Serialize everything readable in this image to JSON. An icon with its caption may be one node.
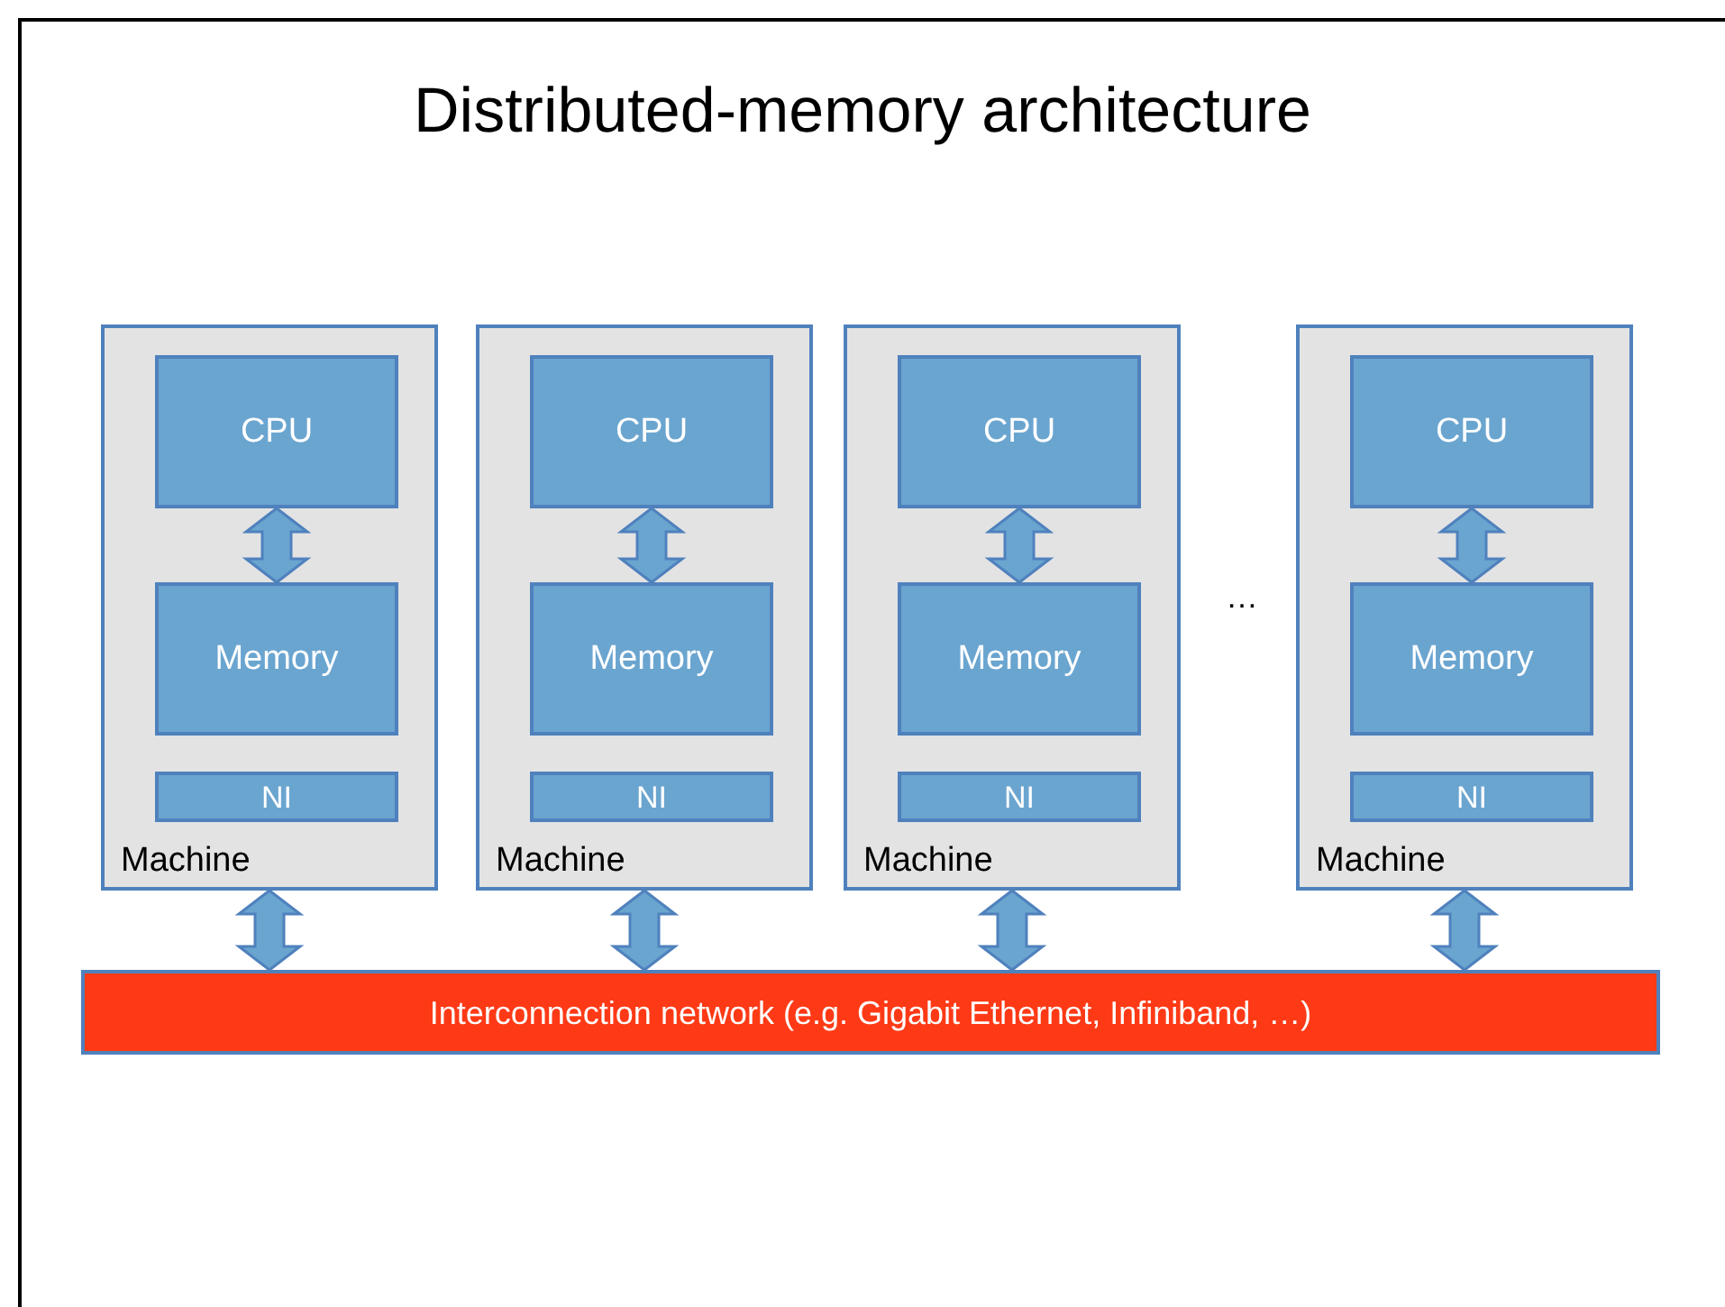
{
  "diagram": {
    "title": "Distributed-memory architecture",
    "nodes": [
      {
        "text": [
          "Machine"
        ]
      },
      {
        "text": [
          "CPU"
        ],
        "in": 0
      },
      {
        "text": [
          "Memory"
        ],
        "in": 0
      },
      {
        "text": [
          "NI"
        ],
        "in": 0
      },
      {
        "text": [
          "Machine"
        ]
      },
      {
        "text": [
          "CPU"
        ],
        "in": 4
      },
      {
        "text": [
          "Memory"
        ],
        "in": 4
      },
      {
        "text": [
          "NI"
        ],
        "in": 4
      },
      {
        "text": [
          "Machine"
        ]
      },
      {
        "text": [
          "CPU"
        ],
        "in": 8
      },
      {
        "text": [
          "Memory"
        ],
        "in": 8
      },
      {
        "text": [
          "NI"
        ],
        "in": 8
      },
      {
        "text": [
          "Machine"
        ]
      },
      {
        "text": [
          "CPU"
        ],
        "in": 12
      },
      {
        "text": [
          "Memory"
        ],
        "in": 12
      },
      {
        "text": [
          "NI"
        ],
        "in": 12
      },
      {
        "text": [
          "Interconnection network (e.g. Gigabit Ethernet, Infiniband, …)"
        ]
      }
    ],
    "edges": [
      {
        "from": 1,
        "to": 2,
        "arrow": "both"
      },
      {
        "from": 5,
        "to": 6,
        "arrow": "both"
      },
      {
        "from": 9,
        "to": 10,
        "arrow": "both"
      },
      {
        "from": 13,
        "to": 14,
        "arrow": "both"
      },
      {
        "from": 0,
        "to": 16,
        "arrow": "both"
      },
      {
        "from": 4,
        "to": 16,
        "arrow": "both"
      },
      {
        "from": 8,
        "to": 16,
        "arrow": "both"
      },
      {
        "from": 12,
        "to": 16,
        "arrow": "both"
      }
    ],
    "labels": [
      "…"
    ]
  }
}
